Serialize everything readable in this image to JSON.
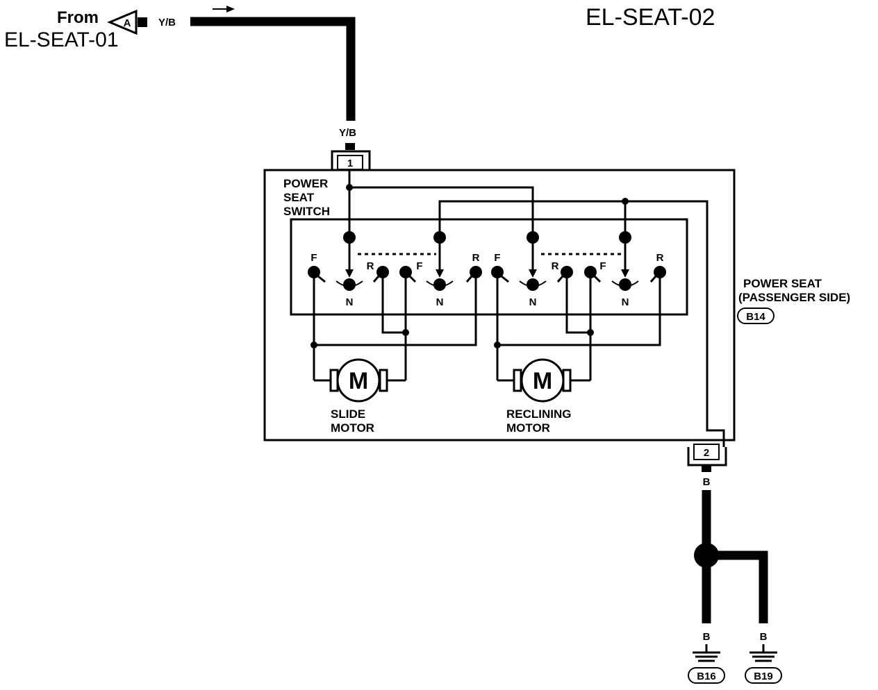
{
  "diagram_id": "EL-SEAT-02",
  "from_label": "From",
  "from_page": "EL-SEAT-01",
  "connector_letter": "A",
  "wire_top_color": "Y/B",
  "switch": {
    "label_line1": "POWER",
    "label_line2": "SEAT",
    "label_line3": "SWITCH",
    "pos_f": "F",
    "pos_r": "R",
    "pos_n": "N"
  },
  "motors": {
    "symbol": "M",
    "slide_line1": "SLIDE",
    "slide_line2": "MOTOR",
    "recline_line1": "RECLINING",
    "recline_line2": "MOTOR"
  },
  "power_seat": {
    "label_line1": "POWER SEAT",
    "label_line2": "(PASSENGER SIDE)",
    "connector": "B14"
  },
  "pins": {
    "pin1": "1",
    "pin2": "2"
  },
  "ground": {
    "wire_color": "B",
    "ground1": "B16",
    "ground2": "B19"
  }
}
